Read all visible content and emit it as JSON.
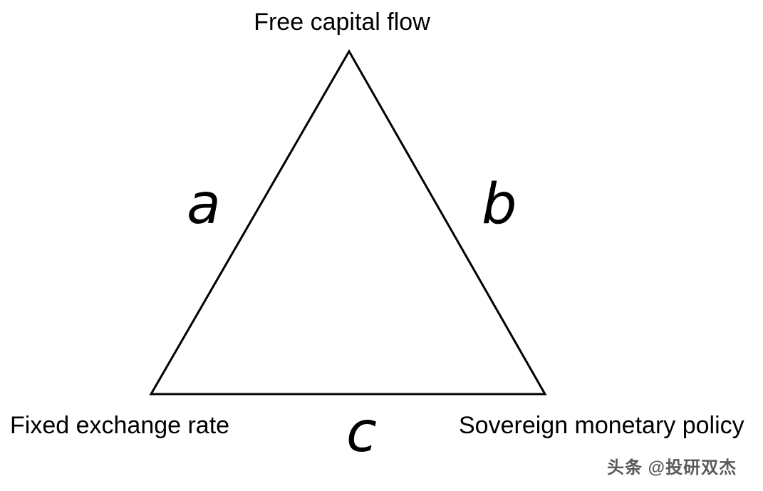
{
  "diagram": {
    "vertex_top": "Free capital flow",
    "vertex_bottom_left": "Fixed exchange rate",
    "vertex_bottom_right": "Sovereign monetary policy",
    "edge_left": "a",
    "edge_right": "b",
    "edge_bottom": "c",
    "watermark": "头条 @投研双杰",
    "colors": {
      "line": "#000000",
      "text": "#000000",
      "watermark": "#595959",
      "background": "#ffffff"
    }
  }
}
